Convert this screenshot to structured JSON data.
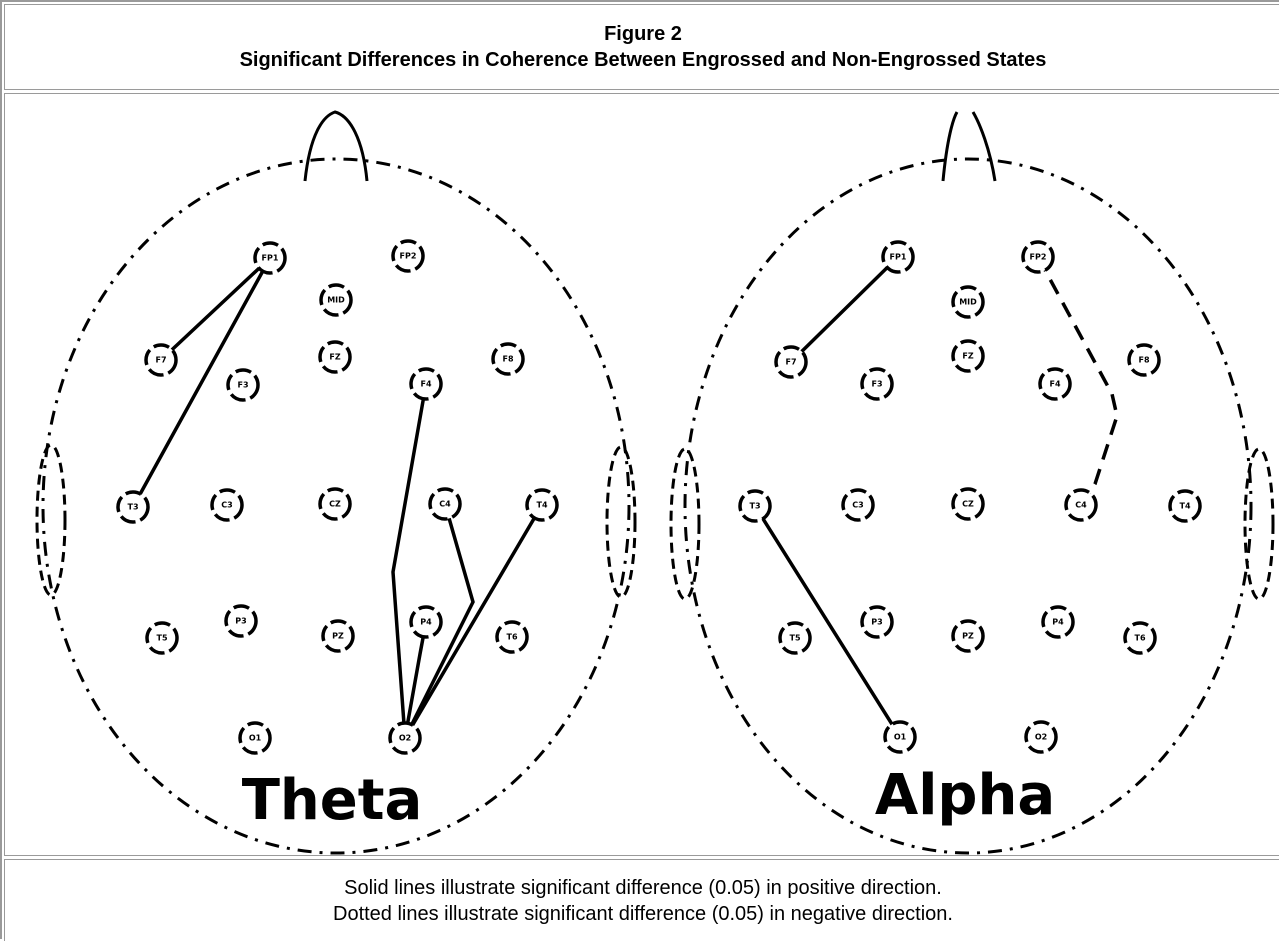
{
  "title": {
    "line1": "Figure 2",
    "line2": "Significant Differences in Coherence Between Engrossed and Non-Engrossed States"
  },
  "caption": {
    "line1": "Solid lines illustrate significant difference (0.05) in positive direction.",
    "line2": "Dotted lines illustrate significant difference (0.05) in negative direction."
  },
  "maps": [
    {
      "band_label": "Theta",
      "electrodes": [
        {
          "id": "FP1",
          "label": "FP1"
        },
        {
          "id": "FP2",
          "label": "FP2"
        },
        {
          "id": "MID",
          "label": "MID"
        },
        {
          "id": "F7",
          "label": "F7"
        },
        {
          "id": "F3",
          "label": "F3"
        },
        {
          "id": "FZ",
          "label": "FZ"
        },
        {
          "id": "F4",
          "label": "F4"
        },
        {
          "id": "F8",
          "label": "F8"
        },
        {
          "id": "T3",
          "label": "T3"
        },
        {
          "id": "C3",
          "label": "C3"
        },
        {
          "id": "CZ",
          "label": "CZ"
        },
        {
          "id": "C4",
          "label": "C4"
        },
        {
          "id": "T4",
          "label": "T4"
        },
        {
          "id": "T5",
          "label": "T5"
        },
        {
          "id": "P3",
          "label": "P3"
        },
        {
          "id": "PZ",
          "label": "PZ"
        },
        {
          "id": "P4",
          "label": "P4"
        },
        {
          "id": "T6",
          "label": "T6"
        },
        {
          "id": "O1",
          "label": "O1"
        },
        {
          "id": "O2",
          "label": "O2"
        }
      ],
      "connections": [
        {
          "from": "FP1",
          "to": "F7",
          "style": "solid"
        },
        {
          "from": "FP1",
          "to": "T3",
          "style": "solid"
        },
        {
          "from": "F4",
          "to": "O2",
          "style": "solid"
        },
        {
          "from": "C4",
          "to": "O2",
          "style": "solid"
        },
        {
          "from": "T4",
          "to": "O2",
          "style": "solid"
        },
        {
          "from": "P4",
          "to": "O2",
          "style": "solid"
        }
      ]
    },
    {
      "band_label": "Alpha",
      "electrodes": [
        {
          "id": "FP1",
          "label": "FP1"
        },
        {
          "id": "FP2",
          "label": "FP2"
        },
        {
          "id": "MID",
          "label": "MID"
        },
        {
          "id": "F7",
          "label": "F7"
        },
        {
          "id": "F3",
          "label": "F3"
        },
        {
          "id": "FZ",
          "label": "FZ"
        },
        {
          "id": "F4",
          "label": "F4"
        },
        {
          "id": "F8",
          "label": "F8"
        },
        {
          "id": "T3",
          "label": "T3"
        },
        {
          "id": "C3",
          "label": "C3"
        },
        {
          "id": "CZ",
          "label": "CZ"
        },
        {
          "id": "C4",
          "label": "C4"
        },
        {
          "id": "T4",
          "label": "T4"
        },
        {
          "id": "T5",
          "label": "T5"
        },
        {
          "id": "P3",
          "label": "P3"
        },
        {
          "id": "PZ",
          "label": "PZ"
        },
        {
          "id": "P4",
          "label": "P4"
        },
        {
          "id": "T6",
          "label": "T6"
        },
        {
          "id": "O1",
          "label": "O1"
        },
        {
          "id": "O2",
          "label": "O2"
        }
      ],
      "connections": [
        {
          "from": "FP1",
          "to": "F7",
          "style": "solid"
        },
        {
          "from": "T3",
          "to": "O1",
          "style": "solid"
        },
        {
          "from": "FP2",
          "to": "C4",
          "style": "dashed"
        }
      ]
    }
  ]
}
